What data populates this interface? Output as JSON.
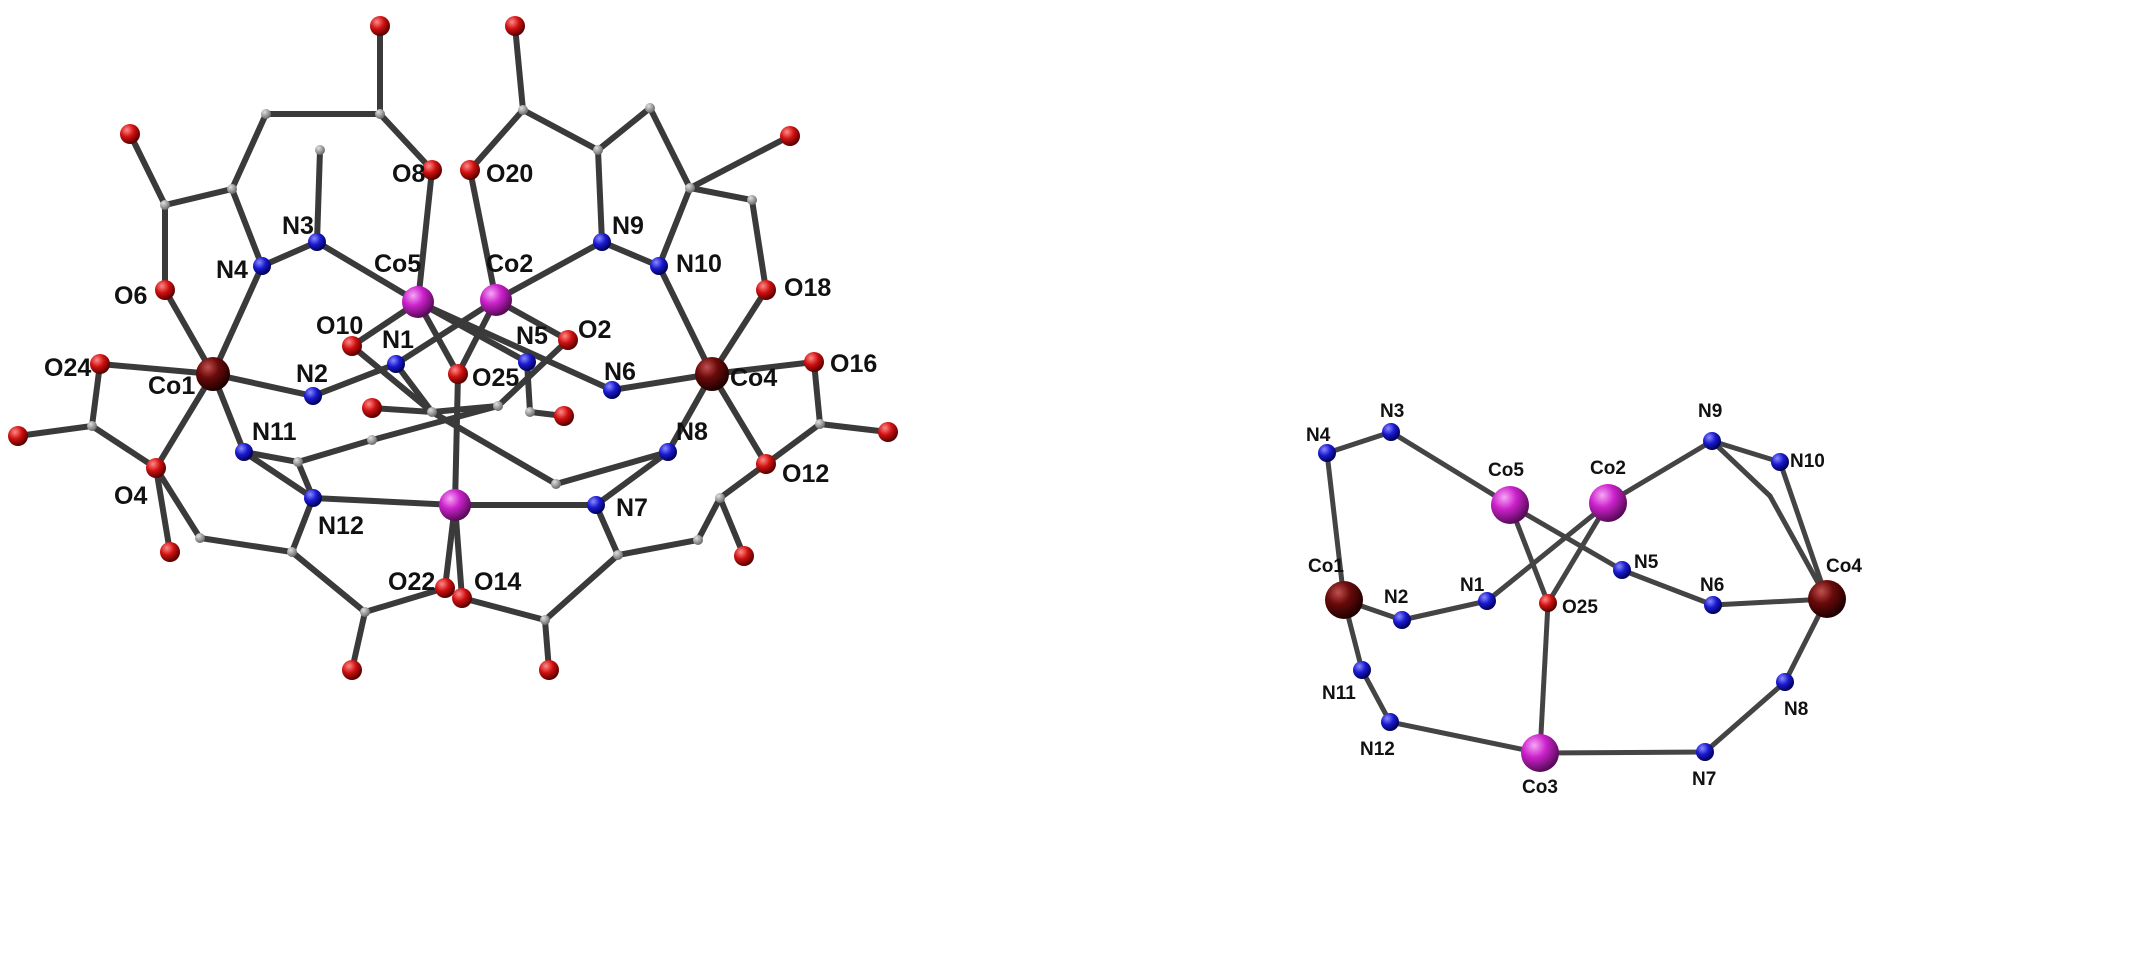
{
  "colors": {
    "cobalt_magenta": "#cc22cc",
    "cobalt_dark": "#6a0a0a",
    "nitrogen": "#1a1ad0",
    "oxygen": "#d01010",
    "carbon": "#9a9a9a",
    "bond": "#3a3a3a"
  },
  "left": {
    "labels": {
      "Co1": "Co1",
      "Co2": "Co2",
      "Co4": "Co4",
      "Co5": "Co5",
      "N1": "N1",
      "N2": "N2",
      "N3": "N3",
      "N4": "N4",
      "N5": "N5",
      "N6": "N6",
      "N7": "N7",
      "N8": "N8",
      "N9": "N9",
      "N10": "N10",
      "N11": "N11",
      "N12": "N12",
      "O2": "O2",
      "O4": "O4",
      "O6": "O6",
      "O8": "O8",
      "O10": "O10",
      "O12": "O12",
      "O14": "O14",
      "O16": "O16",
      "O18": "O18",
      "O20": "O20",
      "O22": "O22",
      "O24": "O24",
      "O25": "O25"
    }
  },
  "right": {
    "labels": {
      "Co1": "Co1",
      "Co2": "Co2",
      "Co3": "Co3",
      "Co4": "Co4",
      "Co5": "Co5",
      "N1": "N1",
      "N2": "N2",
      "N3": "N3",
      "N4": "N4",
      "N5": "N5",
      "N6": "N6",
      "N7": "N7",
      "N8": "N8",
      "N9": "N9",
      "N10": "N10",
      "N11": "N11",
      "N12": "N12",
      "O25": "O25"
    }
  }
}
